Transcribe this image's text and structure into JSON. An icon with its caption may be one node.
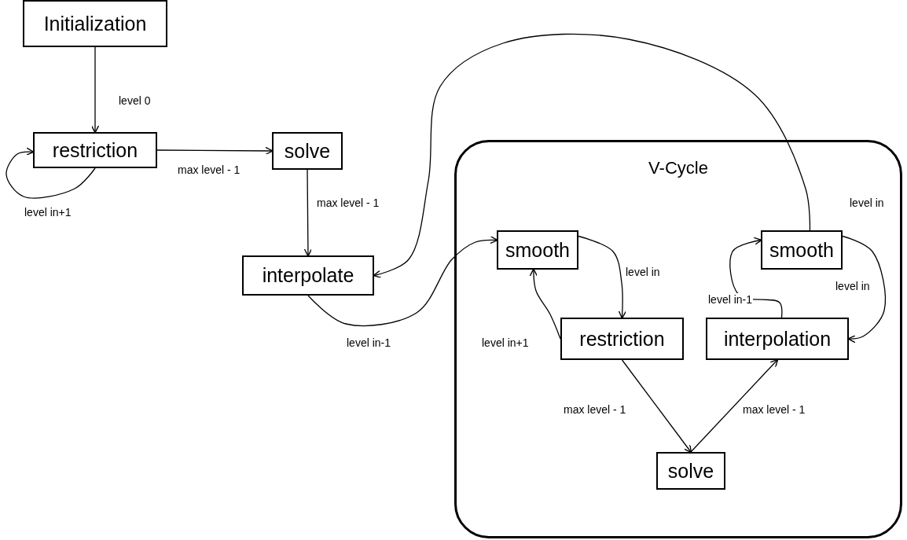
{
  "diagram": {
    "nodes": [
      {
        "text": [
          "Initialization"
        ]
      },
      {
        "text": [
          "restriction"
        ]
      },
      {
        "text": [
          "solve"
        ]
      },
      {
        "text": [
          "interpolate"
        ]
      },
      {
        "text": [
          "V-Cycle"
        ]
      },
      {
        "text": [
          "smooth"
        ],
        "in": 4
      },
      {
        "text": [
          "smooth"
        ],
        "in": 4
      },
      {
        "text": [
          "restriction"
        ],
        "in": 4
      },
      {
        "text": [
          "interpolation"
        ],
        "in": 4
      },
      {
        "text": [
          "solve"
        ],
        "in": 4
      }
    ],
    "edges": [
      {
        "from": 0,
        "to": 1,
        "arrow": "to",
        "label": "level 0"
      },
      {
        "from": 1,
        "to": 1,
        "arrow": "to",
        "label": "level in+1"
      },
      {
        "from": 1,
        "to": 2,
        "arrow": "to",
        "label": "max level - 1"
      },
      {
        "from": 2,
        "to": 3,
        "arrow": "to",
        "label": "max level - 1"
      },
      {
        "from": 3,
        "to": 5,
        "arrow": "to",
        "label": "level in-1"
      },
      {
        "from": 5,
        "to": 7,
        "arrow": "to",
        "label": "level in"
      },
      {
        "from": 7,
        "to": 5,
        "arrow": "to",
        "label": "level in+1"
      },
      {
        "from": 7,
        "to": 9,
        "arrow": "to",
        "label": "max level - 1"
      },
      {
        "from": 9,
        "to": 8,
        "arrow": "to",
        "label": "max level - 1"
      },
      {
        "from": 8,
        "to": 6,
        "arrow": "to",
        "label": "level in-1"
      },
      {
        "from": 6,
        "to": 8,
        "arrow": "to",
        "label": "level in"
      },
      {
        "from": 6,
        "to": 3,
        "arrow": "to",
        "label": "level in"
      }
    ]
  }
}
